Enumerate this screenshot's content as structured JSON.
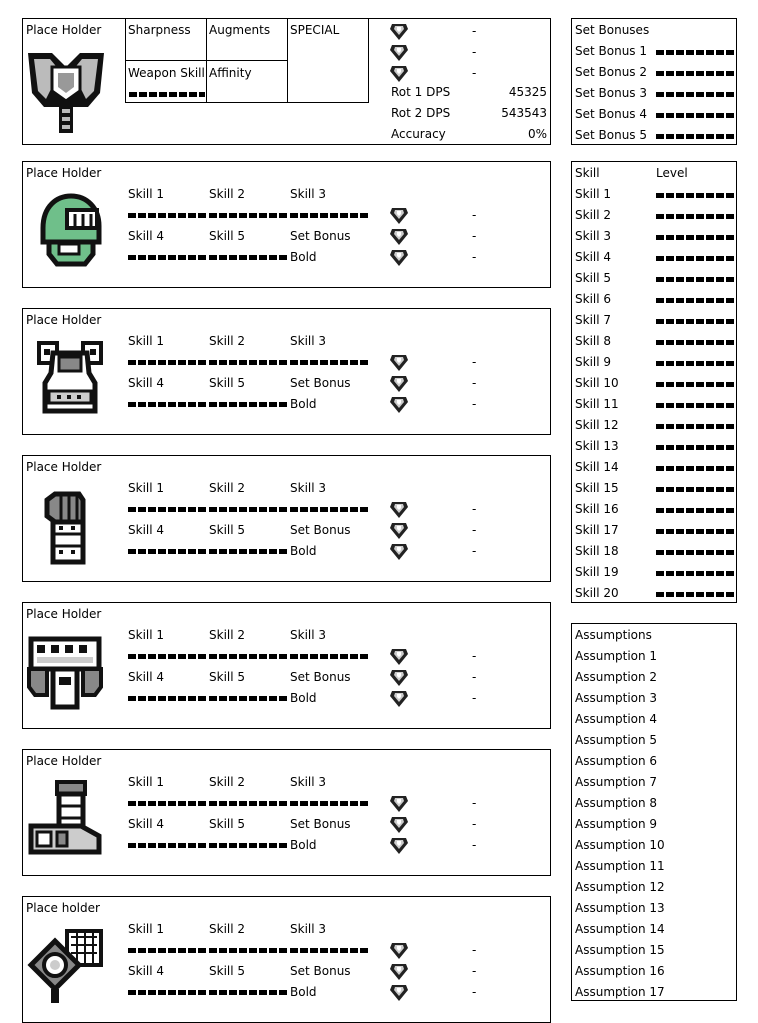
{
  "weapon": {
    "title": "Place Holder",
    "sharpness_label": "Sharpness",
    "augments_label": "Augments",
    "special_label": "SPECIAL",
    "weapon_skill_label": "Weapon Skill",
    "affinity_label": "Affinity",
    "decos": [
      "-",
      "-",
      "-"
    ],
    "stats": [
      {
        "label": "Rot 1 DPS",
        "value": "45325"
      },
      {
        "label": "Rot 2 DPS",
        "value": "543543"
      },
      {
        "label": "Accuracy",
        "value": "0%"
      }
    ]
  },
  "armor": [
    {
      "title": "Place Holder",
      "icon": "helmet-icon"
    },
    {
      "title": "Place Holder",
      "icon": "chest-armor-icon"
    },
    {
      "title": "Place Holder",
      "icon": "gauntlet-icon"
    },
    {
      "title": "Place Holder",
      "icon": "waist-armor-icon"
    },
    {
      "title": "Place Holder",
      "icon": "leg-armor-icon"
    },
    {
      "title": "Place holder",
      "icon": "charm-icon"
    }
  ],
  "armor_labels": {
    "skill1": "Skill 1",
    "skill2": "Skill 2",
    "skill3": "Skill 3",
    "skill4": "Skill 4",
    "skill5": "Skill 5",
    "setbonus": "Set Bonus",
    "bold": "Bold",
    "dash": "-"
  },
  "set_bonuses": {
    "header": "Set Bonuses",
    "items": [
      "Set Bonus 1",
      "Set Bonus 2",
      "Set Bonus 3",
      "Set Bonus 4",
      "Set Bonus 5"
    ]
  },
  "skills": {
    "header_skill": "Skill",
    "header_level": "Level",
    "items": [
      "Skill 1",
      "Skill 2",
      "Skill 3",
      "Skill 4",
      "Skill 5",
      "Skill 6",
      "Skill 7",
      "Skill 8",
      "Skill 9",
      "Skill 10",
      "Skill 11",
      "Skill 12",
      "Skill 13",
      "Skill 14",
      "Skill 15",
      "Skill 16",
      "Skill 17",
      "Skill 18",
      "Skill 19",
      "Skill 20"
    ]
  },
  "assumptions": {
    "header": "Assumptions",
    "items": [
      "Assumption 1",
      "Assumption 2",
      "Assumption 3",
      "Assumption 4",
      "Assumption 5",
      "Assumption 6",
      "Assumption 7",
      "Assumption 8",
      "Assumption 9",
      "Assumption 10",
      "Assumption 11",
      "Assumption 12",
      "Assumption 13",
      "Assumption 14",
      "Assumption 15",
      "Assumption 16",
      "Assumption 17"
    ]
  },
  "colors": {
    "helmet_accent": "#6fbf8a"
  }
}
